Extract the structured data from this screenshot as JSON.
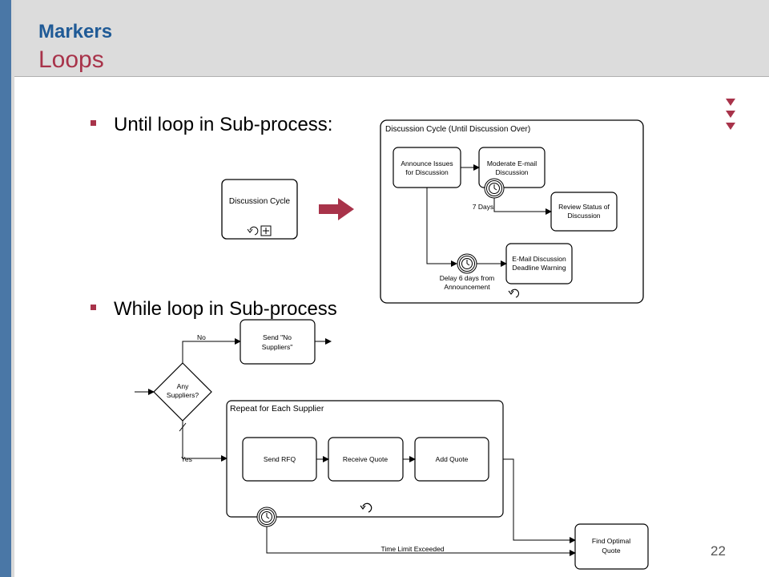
{
  "header": {
    "section": "Markers",
    "title": "Loops"
  },
  "bullets": {
    "until": "Until loop in Sub-process:",
    "while": "While loop in Sub-process"
  },
  "collapsed": {
    "label": "Discussion Cycle"
  },
  "expanded": {
    "title": "Discussion Cycle (Until Discussion Over)",
    "announce": [
      "Announce Issues",
      "for Discussion"
    ],
    "moderate": [
      "Moderate E-mail",
      "Discussion"
    ],
    "review": [
      "Review Status of",
      "Discussion"
    ],
    "email": [
      "E-Mail Discussion",
      "Deadline Warning"
    ],
    "days7": "7 Days",
    "delay": [
      "Delay 6 days from",
      "Announcement"
    ]
  },
  "while_diagram": {
    "no": "No",
    "yes": "Yes",
    "gateway": [
      "Any",
      "Suppliers?"
    ],
    "send_no": [
      "Send \"No",
      "Suppliers\""
    ],
    "repeat_title": "Repeat for Each Supplier",
    "send_rfq": "Send RFQ",
    "receive_quote": "Receive Quote",
    "add_quote": "Add Quote",
    "find": [
      "Find Optimal",
      "Quote"
    ],
    "time_limit": "Time Limit Exceeded"
  },
  "page_number": "22",
  "colors": {
    "accent": "#a8334a",
    "title_blue": "#1f5a96",
    "sidebar": "#4a77a6"
  }
}
